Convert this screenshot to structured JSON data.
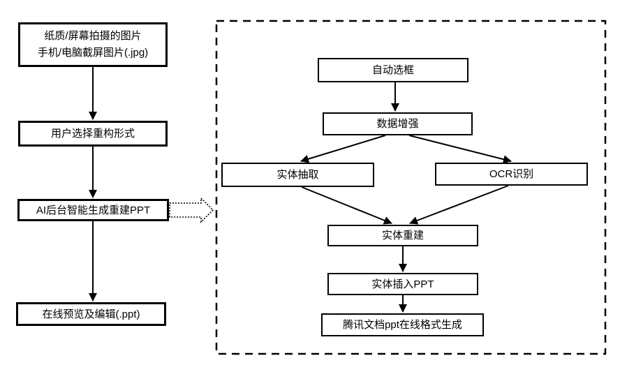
{
  "page": {
    "background": "#ffffff",
    "line_color": "#000000",
    "box_fill": "#ffffff"
  },
  "main_flow": {
    "source_box": {
      "line1": "纸质/屏幕拍摄的图片",
      "line2": "手机/电脑截屏图片(.jpg)"
    },
    "choose_box": "用户选择重构形式",
    "ai_box": "AI后台智能生成重建PPT",
    "preview_box": "在线预览及编辑(.ppt)"
  },
  "detail_flow": {
    "auto_select_box": "自动选框",
    "data_augment_box": "数据增强",
    "entity_extract_box": "实体抽取",
    "ocr_box": "OCR识别",
    "entity_rebuild_box": "实体重建",
    "entity_insert_box": "实体插入PPT",
    "tencent_doc_box": "腾讯文档ppt在线格式生成"
  }
}
